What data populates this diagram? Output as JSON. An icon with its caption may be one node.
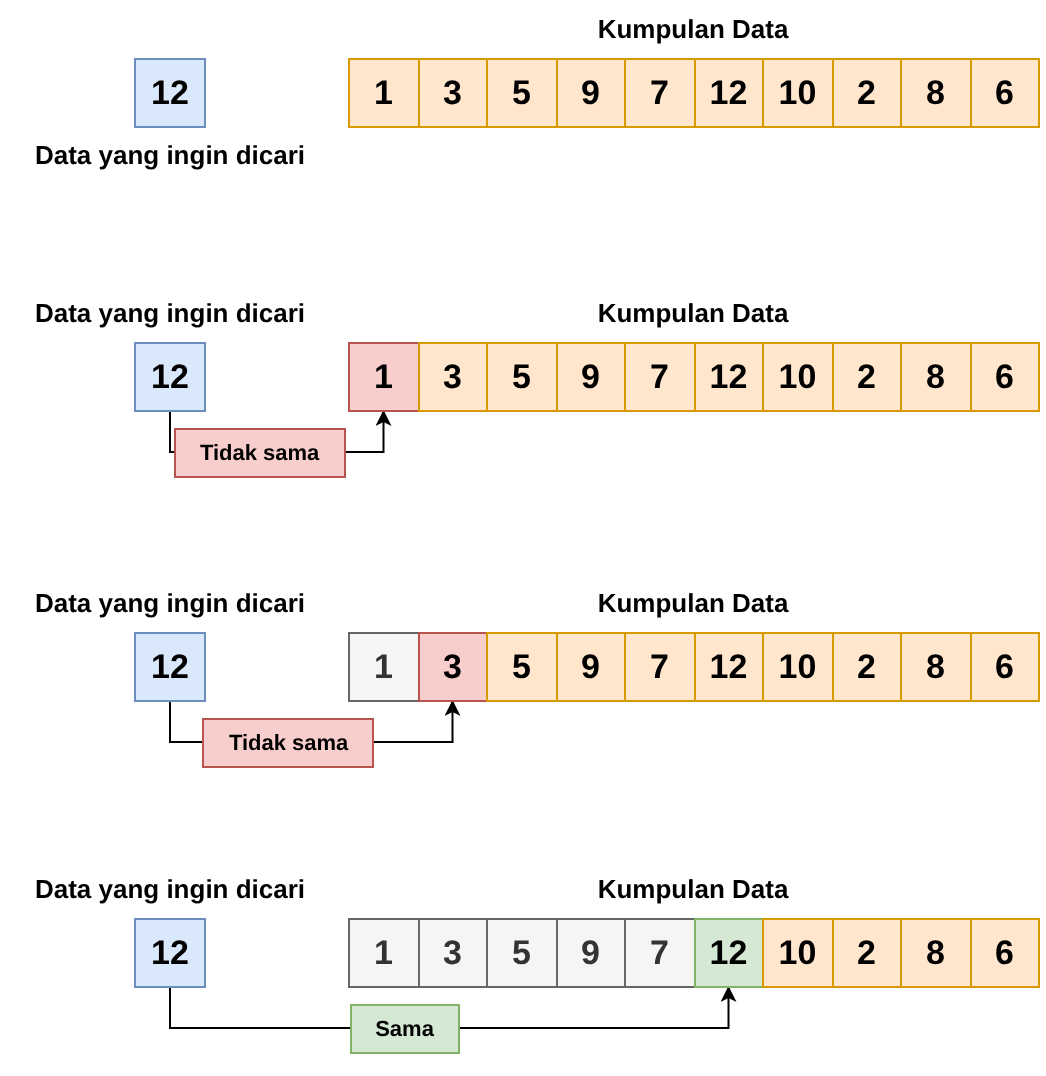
{
  "diagram": {
    "nodes": [
      {
        "text": [
          "12",
          "Data yang ingin dicari"
        ]
      },
      {
        "text": [
          "Kumpulan Data"
        ]
      },
      {
        "text": [
          "1"
        ],
        "in": 1
      },
      {
        "text": [
          "3"
        ],
        "in": 1
      },
      {
        "text": [
          "5"
        ],
        "in": 1
      },
      {
        "text": [
          "9"
        ],
        "in": 1
      },
      {
        "text": [
          "7"
        ],
        "in": 1
      },
      {
        "text": [
          "12"
        ],
        "in": 1
      },
      {
        "text": [
          "10"
        ],
        "in": 1
      },
      {
        "text": [
          "2"
        ],
        "in": 1
      },
      {
        "text": [
          "8"
        ],
        "in": 1
      },
      {
        "text": [
          "6"
        ],
        "in": 1
      },
      {
        "text": [
          "Data yang ingin dicari",
          "12"
        ]
      },
      {
        "text": [
          "Kumpulan Data"
        ]
      },
      {
        "text": [
          "1"
        ],
        "in": 13
      },
      {
        "text": [
          "3"
        ],
        "in": 13
      },
      {
        "text": [
          "5"
        ],
        "in": 13
      },
      {
        "text": [
          "9"
        ],
        "in": 13
      },
      {
        "text": [
          "7"
        ],
        "in": 13
      },
      {
        "text": [
          "12"
        ],
        "in": 13
      },
      {
        "text": [
          "10"
        ],
        "in": 13
      },
      {
        "text": [
          "2"
        ],
        "in": 13
      },
      {
        "text": [
          "8"
        ],
        "in": 13
      },
      {
        "text": [
          "6"
        ],
        "in": 13
      },
      {
        "text": [
          "Data yang ingin dicari",
          "12"
        ]
      },
      {
        "text": [
          "Kumpulan Data"
        ]
      },
      {
        "text": [
          "1"
        ],
        "in": 25
      },
      {
        "text": [
          "3"
        ],
        "in": 25
      },
      {
        "text": [
          "5"
        ],
        "in": 25
      },
      {
        "text": [
          "9"
        ],
        "in": 25
      },
      {
        "text": [
          "7"
        ],
        "in": 25
      },
      {
        "text": [
          "12"
        ],
        "in": 25
      },
      {
        "text": [
          "10"
        ],
        "in": 25
      },
      {
        "text": [
          "2"
        ],
        "in": 25
      },
      {
        "text": [
          "8"
        ],
        "in": 25
      },
      {
        "text": [
          "6"
        ],
        "in": 25
      },
      {
        "text": [
          "Data yang ingin dicari",
          "12"
        ]
      },
      {
        "text": [
          "Kumpulan Data"
        ]
      },
      {
        "text": [
          "1"
        ],
        "in": 37
      },
      {
        "text": [
          "3"
        ],
        "in": 37
      },
      {
        "text": [
          "5"
        ],
        "in": 37
      },
      {
        "text": [
          "9"
        ],
        "in": 37
      },
      {
        "text": [
          "7"
        ],
        "in": 37
      },
      {
        "text": [
          "12"
        ],
        "in": 37
      },
      {
        "text": [
          "10"
        ],
        "in": 37
      },
      {
        "text": [
          "2"
        ],
        "in": 37
      },
      {
        "text": [
          "8"
        ],
        "in": 37
      },
      {
        "text": [
          "6"
        ],
        "in": 37
      }
    ],
    "edges": [
      {
        "from": 12,
        "to": 14,
        "arrow": "to",
        "label": "Tidak sama"
      },
      {
        "from": 24,
        "to": 27,
        "arrow": "to",
        "label": "Tidak sama"
      },
      {
        "from": 36,
        "to": 43,
        "arrow": "to",
        "label": "Sama"
      }
    ]
  }
}
